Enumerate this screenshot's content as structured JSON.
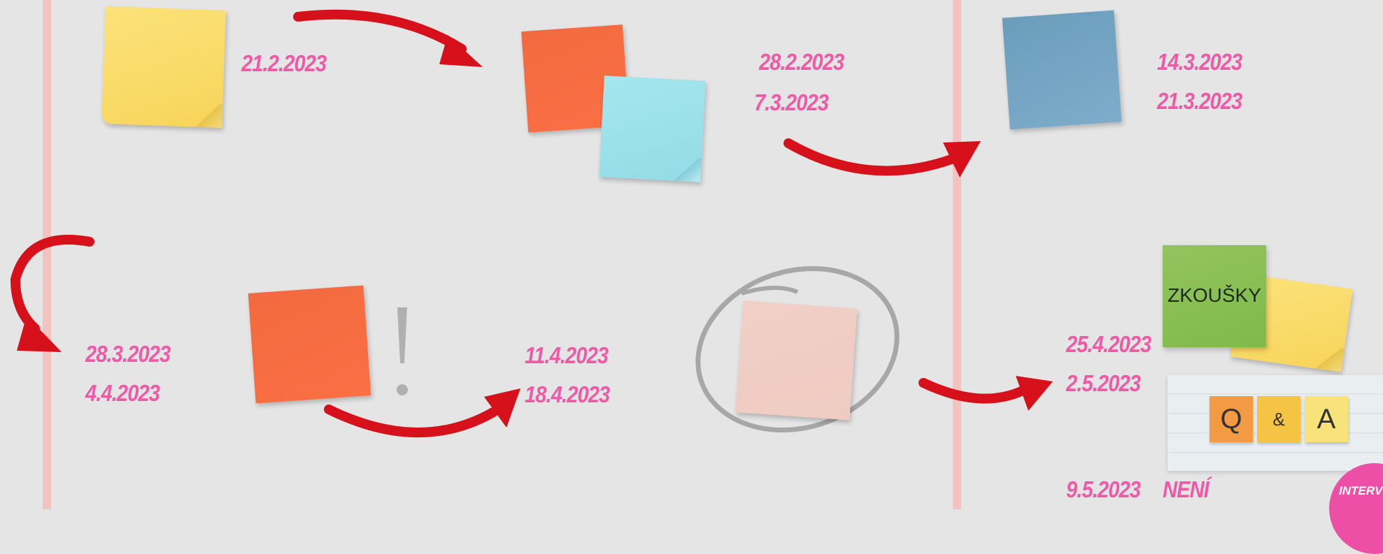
{
  "colors": {
    "background": "#e6e5e5",
    "rail": "#f3c3bf",
    "date_text": "#ee5aa6",
    "arrow": "#d7111c",
    "circle": "#a7a7a7",
    "badge": "#ec4fa5"
  },
  "dates": {
    "d1": "21.2.2023",
    "d2": "28.2.2023",
    "d3": "7.3.2023",
    "d4": "14.3.2023",
    "d5": "21.3.2023",
    "d6": "28.3.2023",
    "d7": "4.4.2023",
    "d8": "11.4.2023",
    "d9": "18.4.2023",
    "d10": "25.4.2023",
    "d11": "2.5.2023",
    "d12": "9.5.2023"
  },
  "labels": {
    "zkousky": "ZKOUŠKY",
    "neni": "NENÍ",
    "exclamation": "!",
    "interview_badge": "INTERV"
  },
  "qa_card": {
    "q": "Q",
    "amp": "&",
    "a": "A"
  },
  "icons": [
    "curved-arrow-icon",
    "exclamation-icon",
    "circle-highlight-icon",
    "sticky-note-icon"
  ]
}
